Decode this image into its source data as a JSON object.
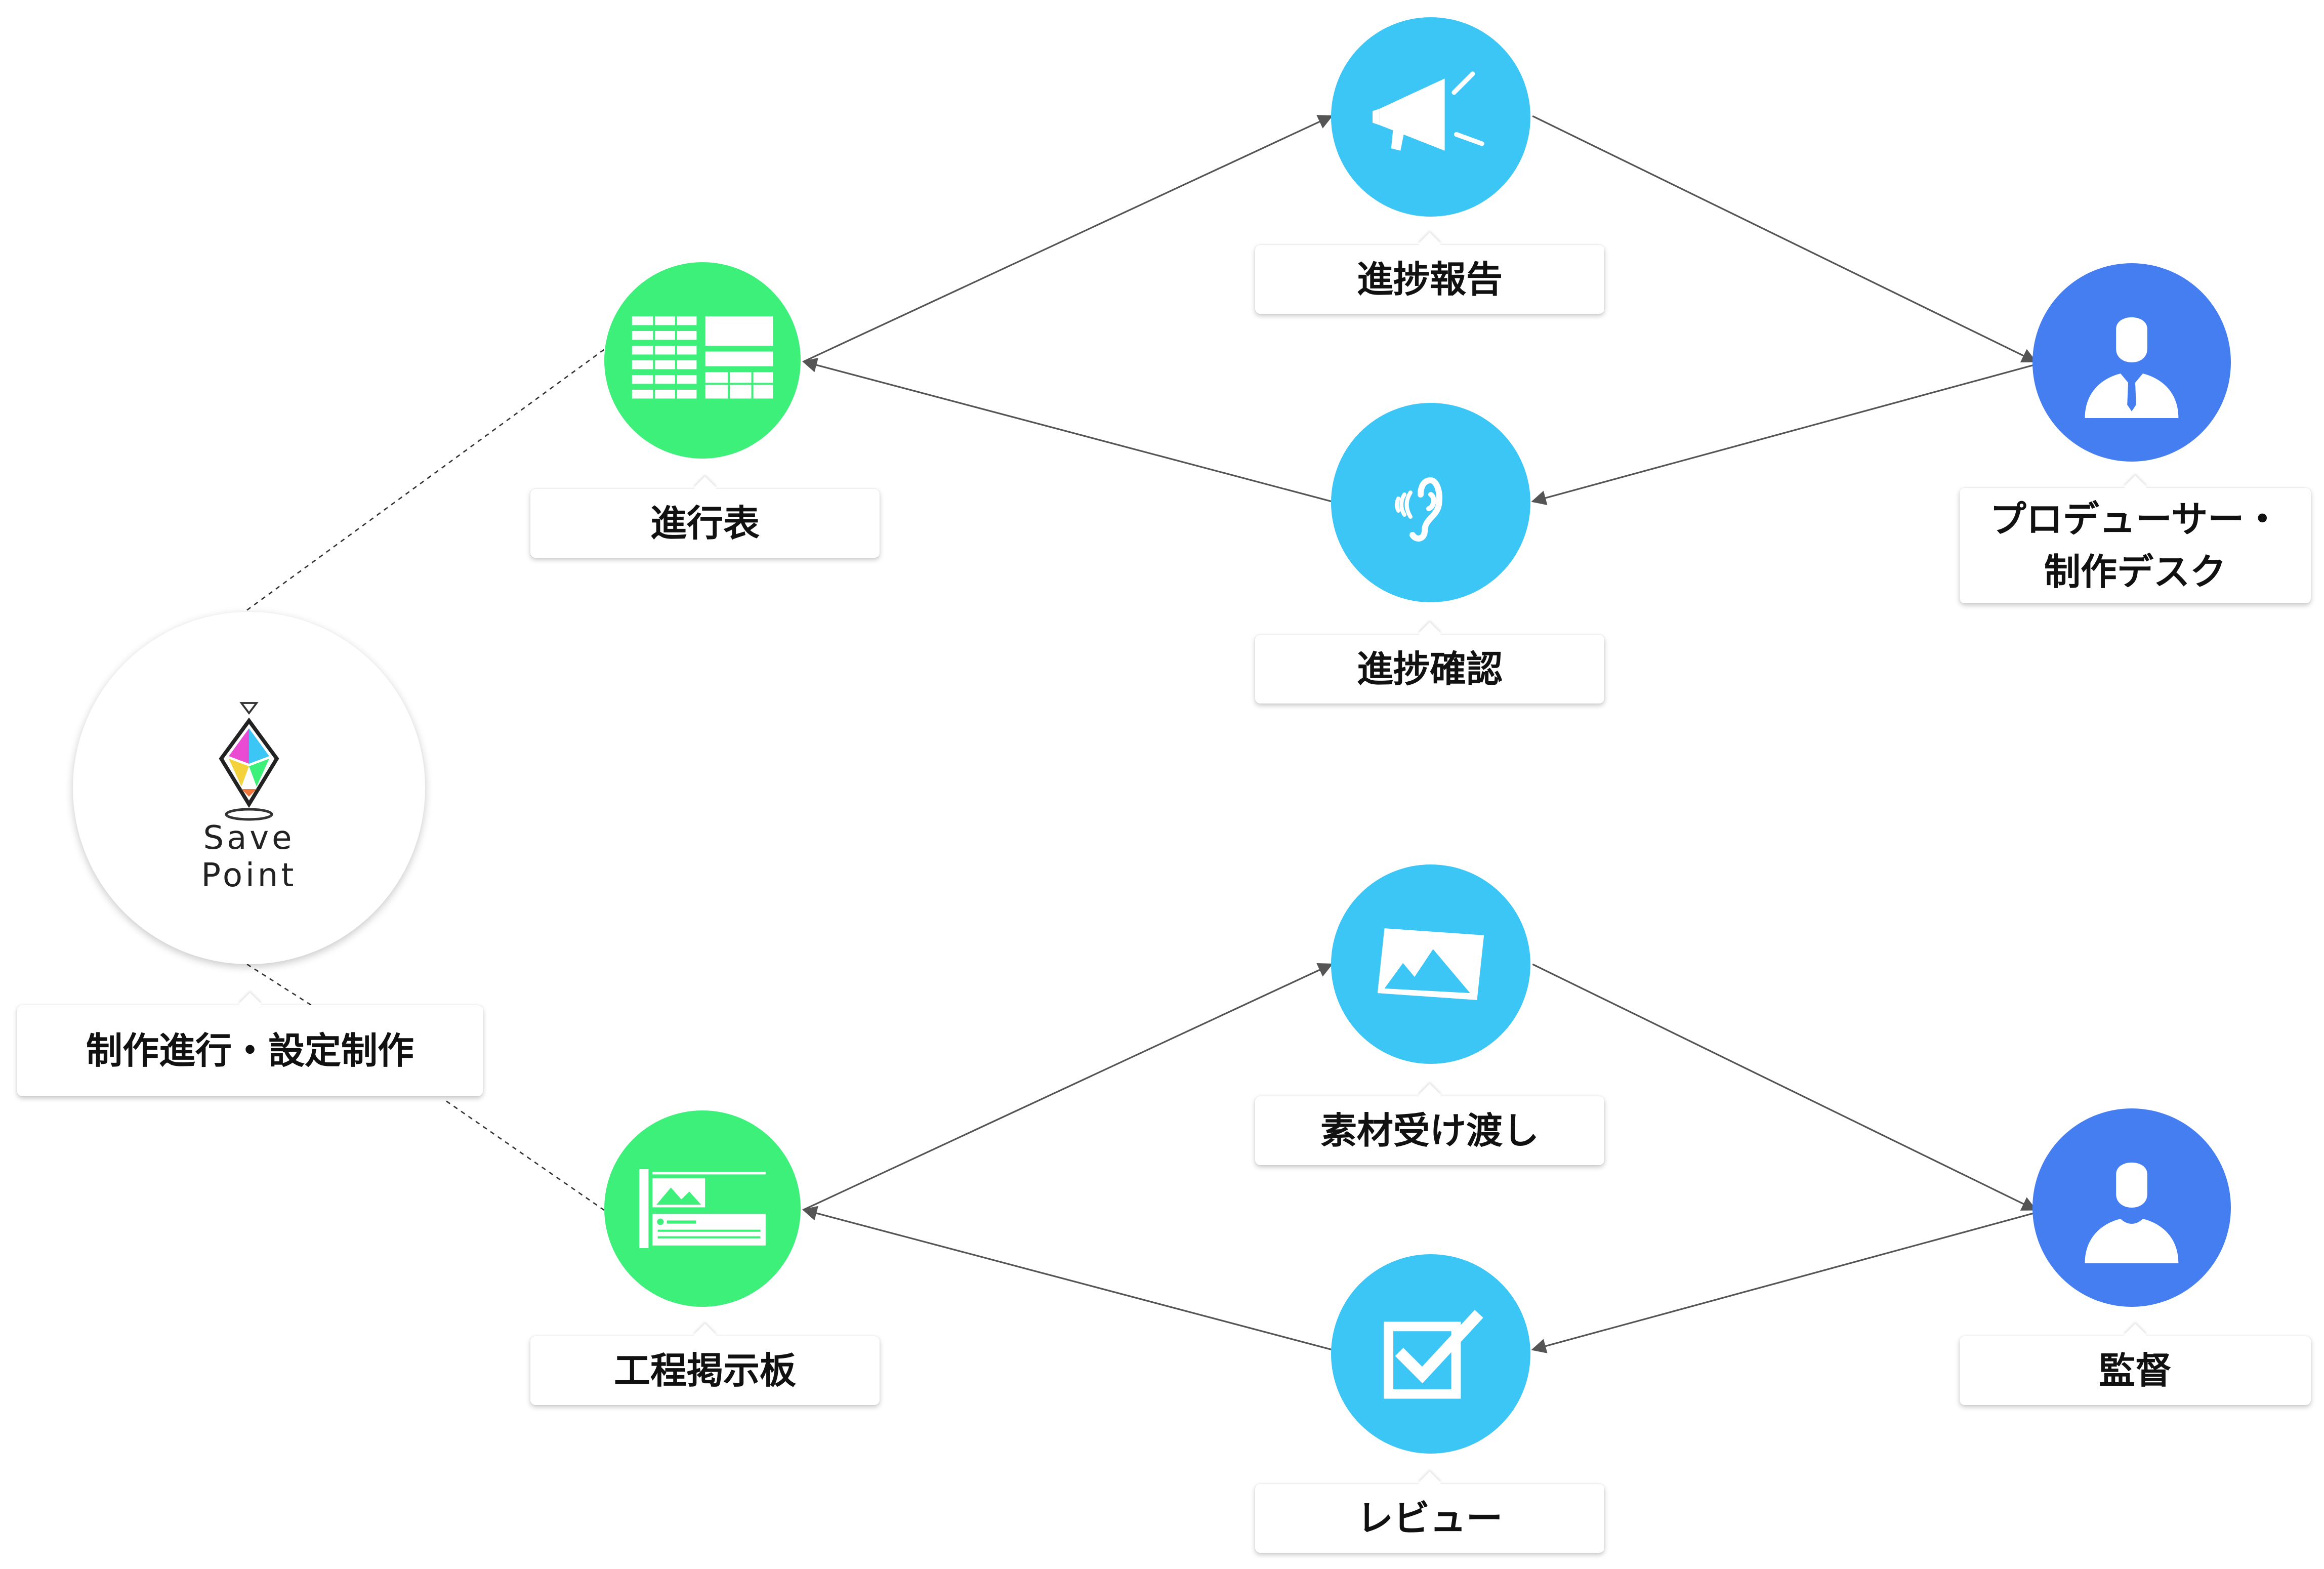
{
  "colors": {
    "green": "#3df07a",
    "cyan": "#3cc6f6",
    "blue": "#457ef0",
    "arrow": "#555555",
    "connector": "#333333"
  },
  "brand": {
    "name": "Save Point",
    "icon": "save-point-crystal-logo"
  },
  "labels": {
    "production": "制作進行・設定制作",
    "schedule": "進行表",
    "board": "工程掲示板",
    "report": "進捗報告",
    "confirm": "進捗確認",
    "delivery": "素材受け渡し",
    "review": "レビュー",
    "producer": "プロデューサー・\n制作デスク",
    "director": "監督"
  },
  "icons": {
    "schedule": "spreadsheet-icon",
    "board": "bulletin-board-icon",
    "report": "megaphone-icon",
    "confirm": "ear-icon",
    "delivery": "image-icon",
    "review": "checkbox-icon",
    "producer": "businessman-icon",
    "director": "person-icon"
  }
}
